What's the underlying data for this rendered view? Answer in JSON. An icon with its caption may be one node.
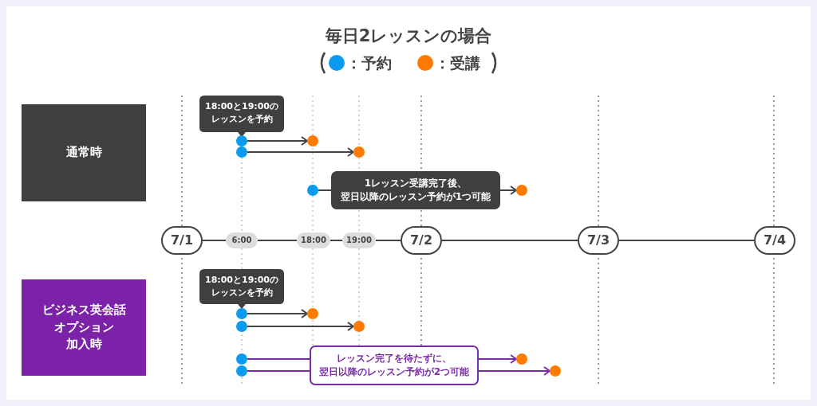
{
  "diagram": {
    "title": "毎日2レッスンの場合",
    "nodes": [
      {
        "text": [
          "通常時"
        ]
      },
      {
        "text": [
          "18:00と19:00のレッスンを予約"
        ]
      },
      {
        "text": [],
        "shape": "circle"
      },
      {
        "text": [],
        "shape": "circle"
      },
      {
        "text": [],
        "shape": "circle"
      },
      {
        "text": [],
        "shape": "circle"
      },
      {
        "text": [],
        "shape": "circle"
      },
      {
        "text": [
          "1レッスン受講完了後、翌日以降のレッスン予約が1つ可能"
        ]
      },
      {
        "text": [],
        "shape": "circle"
      },
      {
        "text": [
          "7/1"
        ]
      },
      {
        "text": [
          "6:00"
        ]
      },
      {
        "text": [
          "18:00"
        ]
      },
      {
        "text": [
          "19:00"
        ]
      },
      {
        "text": [
          "7/2"
        ]
      },
      {
        "text": [
          "7/3"
        ]
      },
      {
        "text": [
          "7/4"
        ]
      },
      {
        "text": [
          "ビジネス英会話オプション加入時"
        ]
      },
      {
        "text": [
          "18:00と19:00のレッスンを予約"
        ]
      },
      {
        "text": [],
        "shape": "circle"
      },
      {
        "text": [],
        "shape": "circle"
      },
      {
        "text": [],
        "shape": "circle"
      },
      {
        "text": [],
        "shape": "circle"
      },
      {
        "text": [],
        "shape": "circle"
      },
      {
        "text": [],
        "shape": "circle"
      },
      {
        "text": [
          "レッスン完了を待たずに、翌日以降のレッスン予約が2つ可能"
        ]
      },
      {
        "text": [],
        "shape": "circle"
      },
      {
        "text": [],
        "shape": "circle"
      }
    ],
    "edges": [
      {
        "from": 2,
        "to": 3,
        "arrow": "to"
      },
      {
        "from": 4,
        "to": 5,
        "arrow": "to"
      },
      {
        "from": 6,
        "to": 7,
        "arrow": "none"
      },
      {
        "from": 7,
        "to": 8,
        "arrow": "to"
      },
      {
        "from": 9,
        "to": 10,
        "arrow": "none"
      },
      {
        "from": 10,
        "to": 11,
        "arrow": "none"
      },
      {
        "from": 11,
        "to": 12,
        "arrow": "none"
      },
      {
        "from": 12,
        "to": 13,
        "arrow": "none"
      },
      {
        "from": 13,
        "to": 14,
        "arrow": "none"
      },
      {
        "from": 14,
        "to": 15,
        "arrow": "none"
      },
      {
        "from": 18,
        "to": 19,
        "arrow": "to"
      },
      {
        "from": 20,
        "to": 21,
        "arrow": "to"
      },
      {
        "from": 22,
        "to": 24,
        "arrow": "none",
        "color": "#7b2aa8"
      },
      {
        "from": 23,
        "to": 24,
        "arrow": "none",
        "color": "#7b2aa8"
      },
      {
        "from": 24,
        "to": 25,
        "arrow": "to",
        "color": "#7b2aa8"
      },
      {
        "from": 24,
        "to": 26,
        "arrow": "to",
        "color": "#7b2aa8"
      }
    ],
    "legend": [
      {
        "text": "：予約",
        "color": "#0a9bf0"
      },
      {
        "text": "：受講",
        "color": "#ff7a00"
      }
    ]
  }
}
